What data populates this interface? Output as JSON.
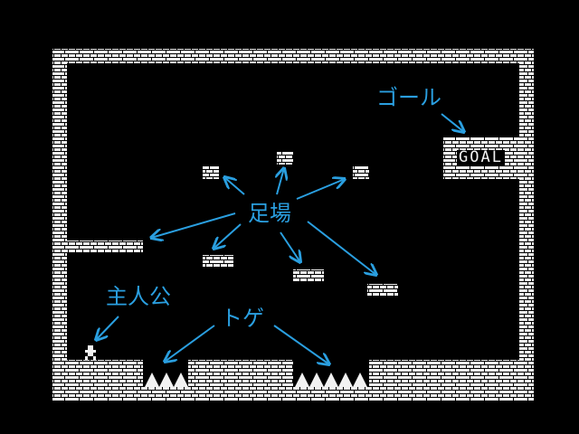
{
  "game": {
    "goal_sign": "GOAL"
  },
  "annotations": {
    "goal": "ゴール",
    "platforms": "足場",
    "player": "主人公",
    "spikes": "トゲ"
  },
  "colors": {
    "background": "#000000",
    "brick": "#f2f2f2",
    "mortar": "#000000",
    "annotation": "#2a9fe0"
  },
  "icons": {
    "player": "player-sprite-icon",
    "spike": "spike-icon",
    "arrow": "arrow-icon"
  }
}
